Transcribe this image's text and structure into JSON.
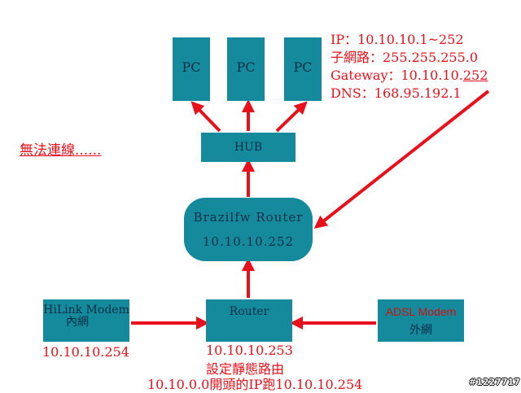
{
  "pcs": [
    {
      "label": "PC"
    },
    {
      "label": "PC"
    },
    {
      "label": "PC"
    }
  ],
  "hub": {
    "label": "HUB"
  },
  "brazil_router": {
    "name": "Brazilfw Router",
    "ip": "10.10.10.252"
  },
  "hilink_modem": {
    "name": "HiLink Modem",
    "zone": "內網",
    "ip": "10.10.10.254"
  },
  "router": {
    "name": "Router",
    "ip": "10.10.10.253",
    "note_line1": "設定靜態路由",
    "note_line2": "10.10.0.0開頭的IP跑10.10.10.254"
  },
  "adsl_modem": {
    "name": "ADSL Modem",
    "zone": "外網"
  },
  "pc_config": {
    "ip": "IP：10.10.10.1~252",
    "subnet": "子網路：255.255.255.0",
    "gateway_prefix": "Gateway：10.10.10.",
    "gateway_suffix": "252",
    "dns": "DNS：168.95.192.1"
  },
  "status": {
    "no_connection": "無法連線......"
  },
  "watermark": "#1227717",
  "colors": {
    "box": "#148a9c",
    "arrow": "#e8101a",
    "text_dark": "#0a2f45"
  }
}
